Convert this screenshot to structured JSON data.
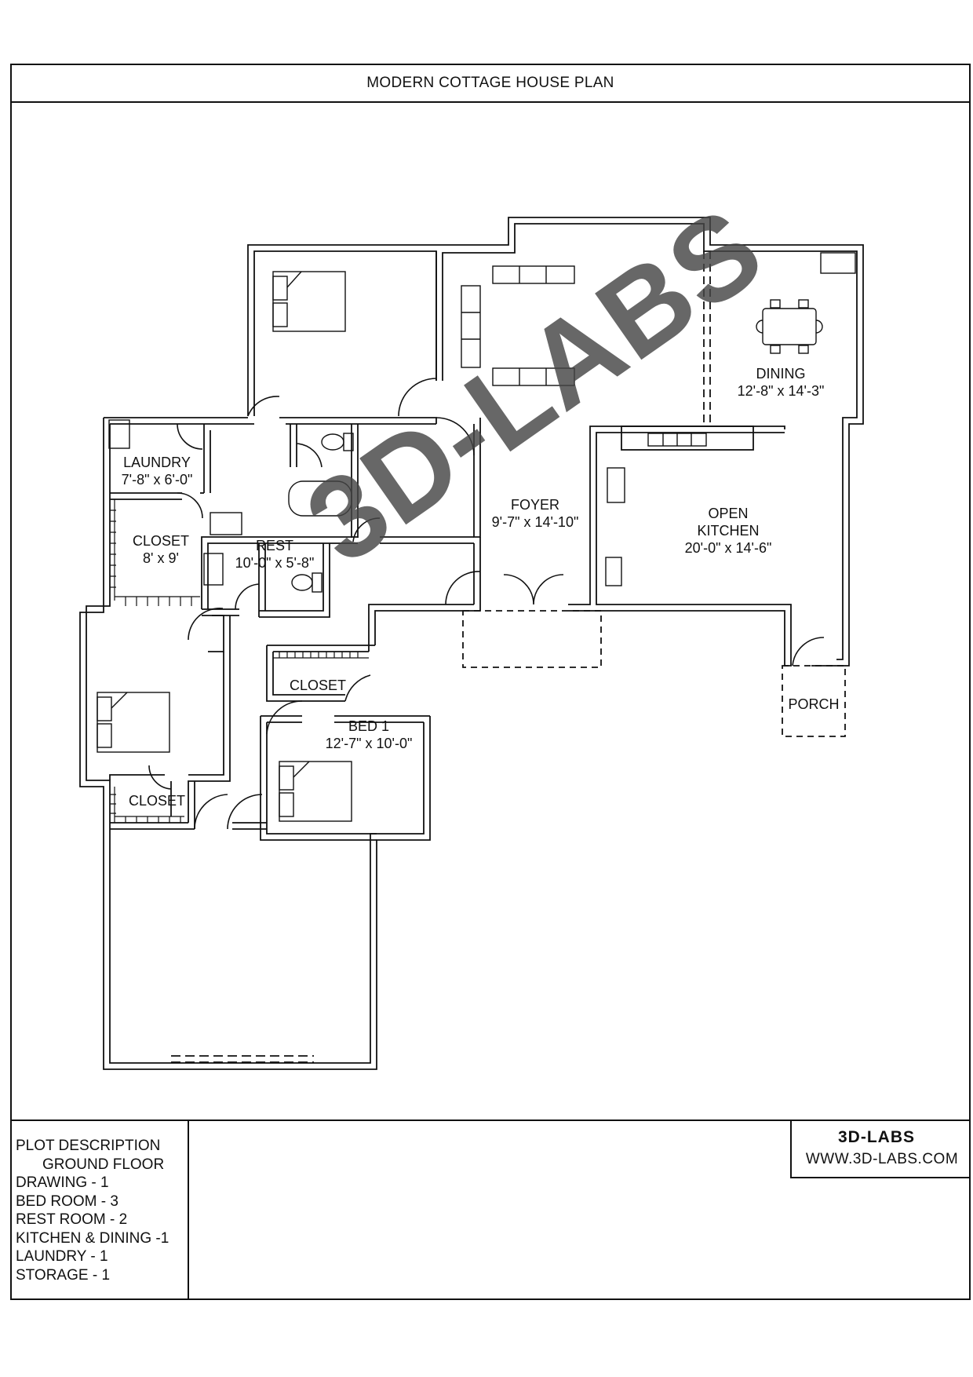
{
  "title": "MODERN COTTAGE HOUSE PLAN",
  "watermark": "3D-LABS",
  "rooms": {
    "laundry": {
      "name": "LAUNDRY",
      "size": "7'-8\" x 6'-0\""
    },
    "closet_main": {
      "name": "CLOSET",
      "size": "8' x 9'"
    },
    "rest": {
      "name": "REST",
      "size": "10'-0\" x 5'-8\""
    },
    "closet_bed1": {
      "name": "CLOSET"
    },
    "closet_left": {
      "name": "CLOSET"
    },
    "bed1": {
      "name": "BED 1",
      "size": "12'-7\" x 10'-0\""
    },
    "foyer": {
      "name": "FOYER",
      "size": "9'-7\" x 14'-10\""
    },
    "open_kitchen": {
      "name1": "OPEN",
      "name2": "KITCHEN",
      "size": "20'-0\" x 14'-6\""
    },
    "dining": {
      "name": "DINING",
      "size": "12'-8\" x 14'-3\""
    },
    "porch": {
      "name": "PORCH"
    }
  },
  "plot_description": {
    "heading": "PLOT DESCRIPTION",
    "floor": "GROUND FLOOR",
    "items": [
      "DRAWING  - 1",
      "BED ROOM - 3",
      "REST ROOM - 2",
      "KITCHEN & DINING -1",
      "LAUNDRY - 1",
      "STORAGE - 1"
    ]
  },
  "company": {
    "name": "3D-LABS",
    "url": "WWW.3D-LABS.COM"
  }
}
